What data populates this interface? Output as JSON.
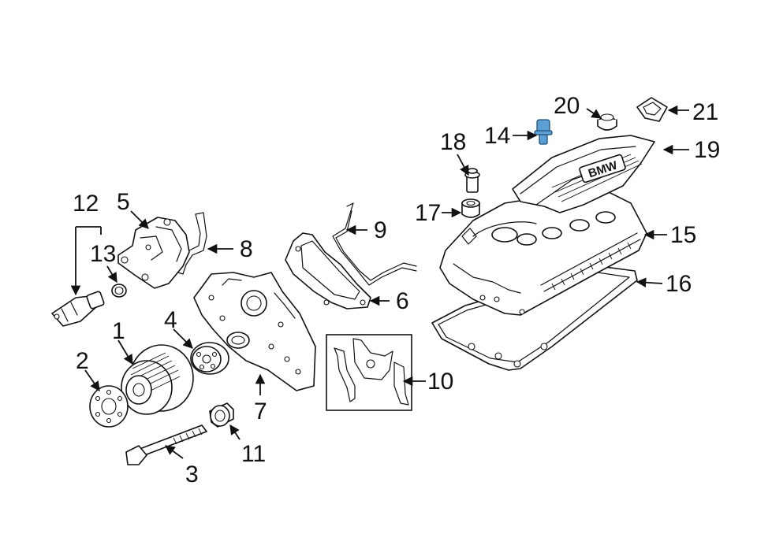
{
  "diagram": {
    "callouts": [
      {
        "id": "1",
        "text": "1"
      },
      {
        "id": "2",
        "text": "2"
      },
      {
        "id": "3",
        "text": "3"
      },
      {
        "id": "4",
        "text": "4"
      },
      {
        "id": "5",
        "text": "5"
      },
      {
        "id": "6",
        "text": "6"
      },
      {
        "id": "7",
        "text": "7"
      },
      {
        "id": "8",
        "text": "8"
      },
      {
        "id": "9",
        "text": "9"
      },
      {
        "id": "10",
        "text": "10"
      },
      {
        "id": "11",
        "text": "11"
      },
      {
        "id": "12",
        "text": "12"
      },
      {
        "id": "13",
        "text": "13"
      },
      {
        "id": "14",
        "text": "14"
      },
      {
        "id": "15",
        "text": "15"
      },
      {
        "id": "16",
        "text": "16"
      },
      {
        "id": "17",
        "text": "17"
      },
      {
        "id": "18",
        "text": "18"
      },
      {
        "id": "19",
        "text": "19"
      },
      {
        "id": "20",
        "text": "20"
      },
      {
        "id": "21",
        "text": "21"
      }
    ],
    "cover_logo_text": "BMW",
    "highlight_color": "#5b9fd4",
    "line_color": "#111111"
  }
}
